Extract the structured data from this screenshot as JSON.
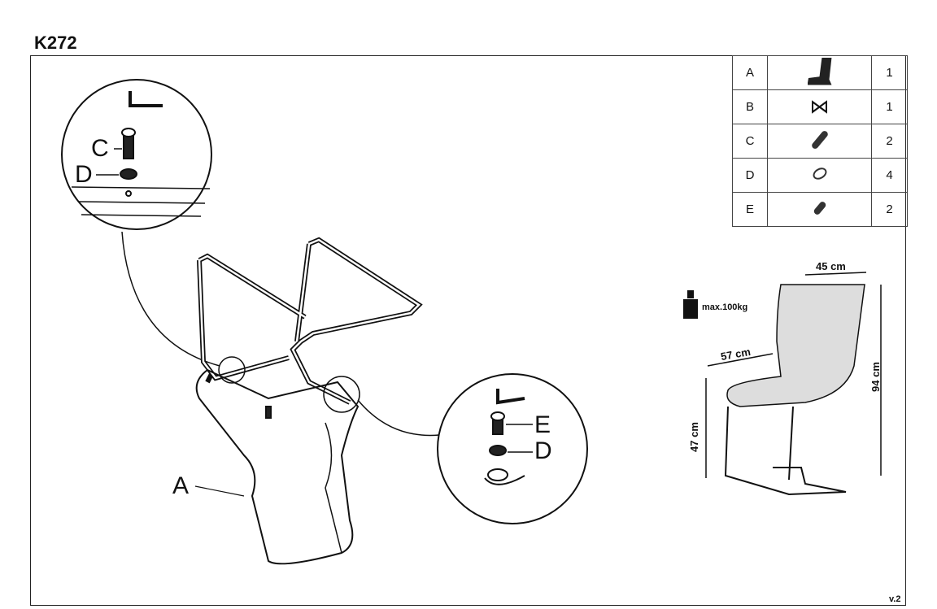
{
  "title": "K272",
  "version": "v.2",
  "parts": [
    {
      "id": "A",
      "icon": "chair-seat-icon",
      "qty": "1"
    },
    {
      "id": "B",
      "icon": "frame-icon",
      "qty": "1"
    },
    {
      "id": "C",
      "icon": "long-bolt-icon",
      "qty": "2"
    },
    {
      "id": "D",
      "icon": "washer-icon",
      "qty": "4"
    },
    {
      "id": "E",
      "icon": "short-bolt-icon",
      "qty": "2"
    }
  ],
  "callouts": {
    "c": "C",
    "d1": "D",
    "e": "E",
    "d2": "D",
    "a": "A"
  },
  "dimensions": {
    "width": "45 cm",
    "depth": "57 cm",
    "height": "94 cm",
    "seat_height": "47 cm",
    "max_load": "max.100kg"
  }
}
